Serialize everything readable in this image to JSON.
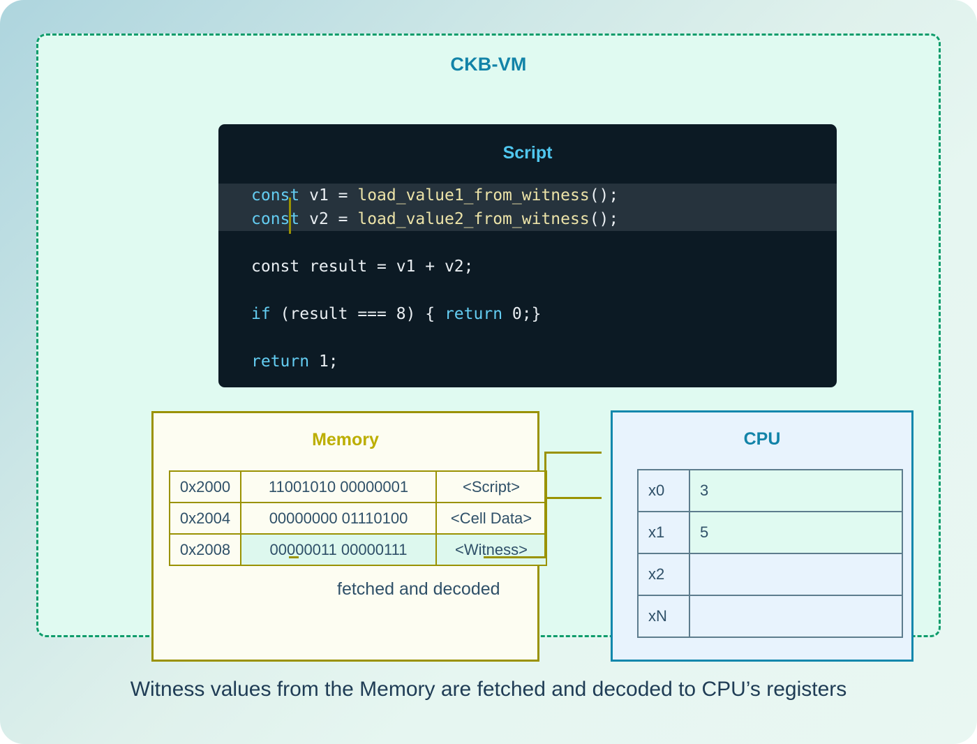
{
  "vm": {
    "title": "CKB-VM"
  },
  "script": {
    "title": "Script",
    "lines": [
      {
        "highlight": true,
        "tokens": [
          {
            "t": "kw",
            "s": "const"
          },
          {
            "t": "pl",
            "s": " v1 = "
          },
          {
            "t": "fn",
            "s": "load_value1_from_witness"
          },
          {
            "t": "pl",
            "s": "();"
          }
        ]
      },
      {
        "highlight": true,
        "tokens": [
          {
            "t": "kw",
            "s": "const"
          },
          {
            "t": "pl",
            "s": " v2 = "
          },
          {
            "t": "fn",
            "s": "load_value2_from_witness"
          },
          {
            "t": "pl",
            "s": "();"
          }
        ]
      },
      {
        "highlight": false,
        "tokens": []
      },
      {
        "highlight": false,
        "tokens": [
          {
            "t": "pl",
            "s": "const result = v1 + v2;"
          }
        ]
      },
      {
        "highlight": false,
        "tokens": []
      },
      {
        "highlight": false,
        "tokens": [
          {
            "t": "kw",
            "s": "if"
          },
          {
            "t": "pl",
            "s": " (result === 8) { "
          },
          {
            "t": "kw",
            "s": "return"
          },
          {
            "t": "pl",
            "s": " 0;}"
          }
        ]
      },
      {
        "highlight": false,
        "tokens": []
      },
      {
        "highlight": false,
        "tokens": [
          {
            "t": "kw",
            "s": "return"
          },
          {
            "t": "pl",
            "s": " 1;"
          }
        ]
      }
    ]
  },
  "memory": {
    "title": "Memory",
    "rows": [
      {
        "address": "0x2000",
        "bits": "11001010 00000001",
        "tag": "<Script>",
        "highlight": false
      },
      {
        "address": "0x2004",
        "bits": "00000000 01110100",
        "tag": "<Cell Data>",
        "highlight": false
      },
      {
        "address": "0x2008",
        "bits": "00000011 00000111",
        "tag": "<Witness>",
        "highlight": true
      }
    ]
  },
  "cpu": {
    "title": "CPU",
    "registers": [
      {
        "name": "x0",
        "value": "3",
        "filled": true
      },
      {
        "name": "x1",
        "value": "5",
        "filled": true
      },
      {
        "name": "x2",
        "value": "",
        "filled": false
      },
      {
        "name": "xN",
        "value": "",
        "filled": false
      }
    ]
  },
  "connector": {
    "label": "fetched and decoded"
  },
  "caption": {
    "text": "Witness values from the Memory are fetched and decoded to CPU’s registers"
  },
  "colors": {
    "vm_border": "#0e9c6b",
    "vm_fill": "#e0faf1",
    "accent_blue": "#1283a8",
    "script_bg": "#0c1a24",
    "script_highlight": "#26333d",
    "keyword": "#64cdf2",
    "function": "#ece3a8",
    "memory_border": "#9a9203",
    "memory_title": "#bcae00",
    "cpu_border": "#1187ac",
    "cpu_fill": "#e8f3fd",
    "table_text": "#2f5068",
    "highlight_mint": "#ddf8ee"
  }
}
